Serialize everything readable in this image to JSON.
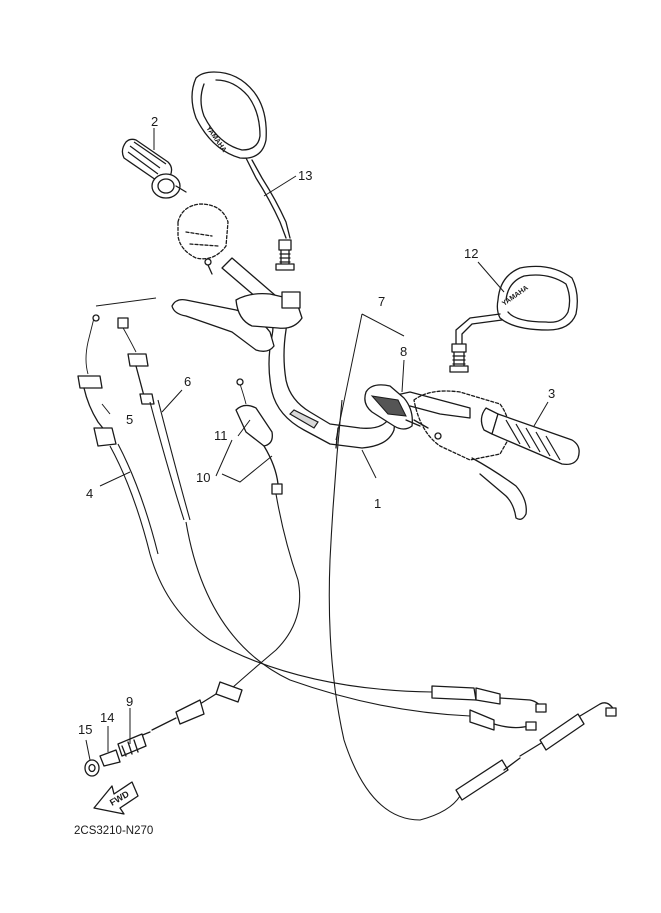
{
  "diagram_code": "2CS3210-N270",
  "mirror_brand_left": "YAMAHA",
  "mirror_brand_right": "YAMAHA",
  "fwd_label": "FWD",
  "callouts": {
    "c1": "1",
    "c2": "2",
    "c3": "3",
    "c4": "4",
    "c5": "5",
    "c6": "6",
    "c7": "7",
    "c8": "8",
    "c9": "9",
    "c10": "10",
    "c11": "11",
    "c12": "12",
    "c13": "13",
    "c14": "14",
    "c15": "15"
  }
}
